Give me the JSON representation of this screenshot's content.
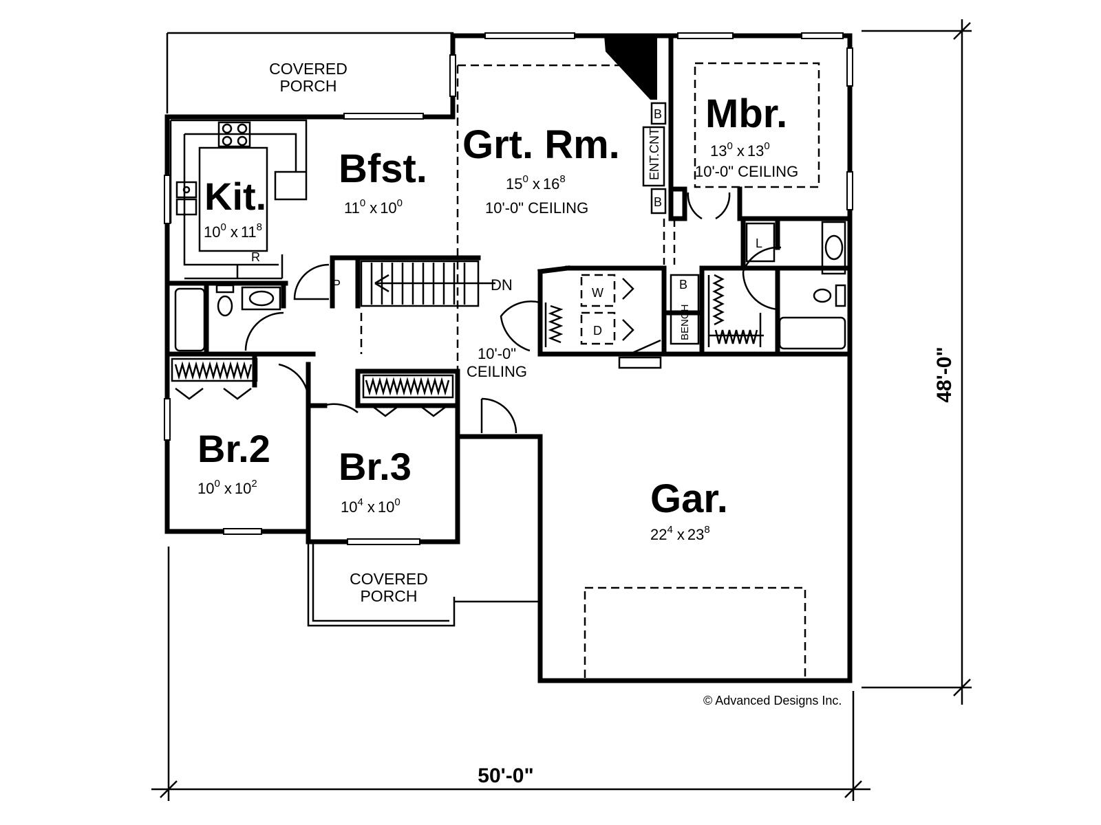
{
  "rooms": {
    "covered_porch_top": {
      "line1": "COVERED",
      "line2": "PORCH"
    },
    "kitchen": {
      "name": "Kit.",
      "w": "10",
      "w_sup": "0",
      "sep": "x",
      "h": "11",
      "h_sup": "8",
      "range_label": "R"
    },
    "breakfast": {
      "name": "Bfst.",
      "w": "11",
      "w_sup": "0",
      "sep": "x",
      "h": "10",
      "h_sup": "0"
    },
    "great_room": {
      "name": "Grt. Rm.",
      "w": "15",
      "w_sup": "0",
      "sep": "x",
      "h": "16",
      "h_sup": "8",
      "ceiling": "10'-0\" CEILING",
      "cabinet_b1": "B",
      "cabinet_b2": "B",
      "ent_center": "ENT.CNT"
    },
    "master_bedroom": {
      "name": "Mbr.",
      "w": "13",
      "w_sup": "0",
      "sep": "x",
      "h": "13",
      "h_sup": "0",
      "ceiling": "10'-0\" CEILING"
    },
    "pantry": {
      "label": "P"
    },
    "stairs": {
      "label": "DN"
    },
    "hall_ceiling": {
      "line1": "10'-0\"",
      "line2": "CEILING"
    },
    "laundry": {
      "washer": "W",
      "dryer": "D",
      "bench_b": "B",
      "bench": "BENCH"
    },
    "master_bath": {
      "linen": "L"
    },
    "bedroom2": {
      "name": "Br.2",
      "w": "10",
      "w_sup": "0",
      "sep": "x",
      "h": "10",
      "h_sup": "2"
    },
    "bedroom3": {
      "name": "Br.3",
      "w": "10",
      "w_sup": "4",
      "sep": "x",
      "h": "10",
      "h_sup": "0"
    },
    "garage": {
      "name": "Gar.",
      "w": "22",
      "w_sup": "4",
      "sep": "x",
      "h": "23",
      "h_sup": "8"
    },
    "covered_porch_bottom": {
      "line1": "COVERED",
      "line2": "PORCH"
    }
  },
  "dimensions": {
    "width": "50'-0\"",
    "depth": "48'-0\""
  },
  "copyright": "© Advanced Designs Inc."
}
